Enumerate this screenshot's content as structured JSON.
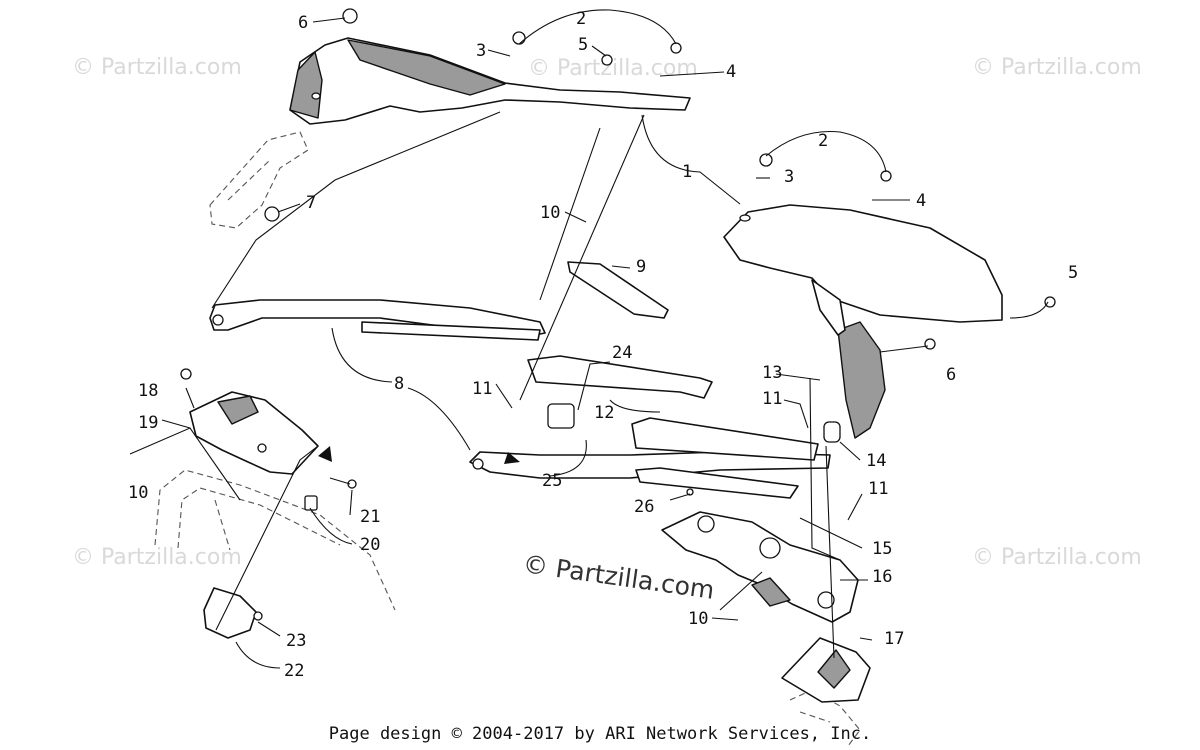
{
  "watermarks": {
    "tile_text": "© Partzilla.com",
    "center_text": "© Partzilla.com"
  },
  "callouts": [
    {
      "id": "c1",
      "label": "1"
    },
    {
      "id": "c2a",
      "label": "2"
    },
    {
      "id": "c2b",
      "label": "2"
    },
    {
      "id": "c3a",
      "label": "3"
    },
    {
      "id": "c3b",
      "label": "3"
    },
    {
      "id": "c4a",
      "label": "4"
    },
    {
      "id": "c4b",
      "label": "4"
    },
    {
      "id": "c5a",
      "label": "5"
    },
    {
      "id": "c5b",
      "label": "5"
    },
    {
      "id": "c6a",
      "label": "6"
    },
    {
      "id": "c6b",
      "label": "6"
    },
    {
      "id": "c7",
      "label": "7"
    },
    {
      "id": "c8",
      "label": "8"
    },
    {
      "id": "c9",
      "label": "9"
    },
    {
      "id": "c10a",
      "label": "10"
    },
    {
      "id": "c10b",
      "label": "10"
    },
    {
      "id": "c10c",
      "label": "10"
    },
    {
      "id": "c11a",
      "label": "11"
    },
    {
      "id": "c11b",
      "label": "11"
    },
    {
      "id": "c11c",
      "label": "11"
    },
    {
      "id": "c12",
      "label": "12"
    },
    {
      "id": "c13",
      "label": "13"
    },
    {
      "id": "c14",
      "label": "14"
    },
    {
      "id": "c15",
      "label": "15"
    },
    {
      "id": "c16",
      "label": "16"
    },
    {
      "id": "c17",
      "label": "17"
    },
    {
      "id": "c18",
      "label": "18"
    },
    {
      "id": "c19",
      "label": "19"
    },
    {
      "id": "c20",
      "label": "20"
    },
    {
      "id": "c21",
      "label": "21"
    },
    {
      "id": "c22",
      "label": "22"
    },
    {
      "id": "c23",
      "label": "23"
    },
    {
      "id": "c24",
      "label": "24"
    },
    {
      "id": "c25",
      "label": "25"
    },
    {
      "id": "c26",
      "label": "26"
    }
  ],
  "footer": {
    "text": "Page design © 2004-2017 by ARI Network Services, Inc."
  }
}
